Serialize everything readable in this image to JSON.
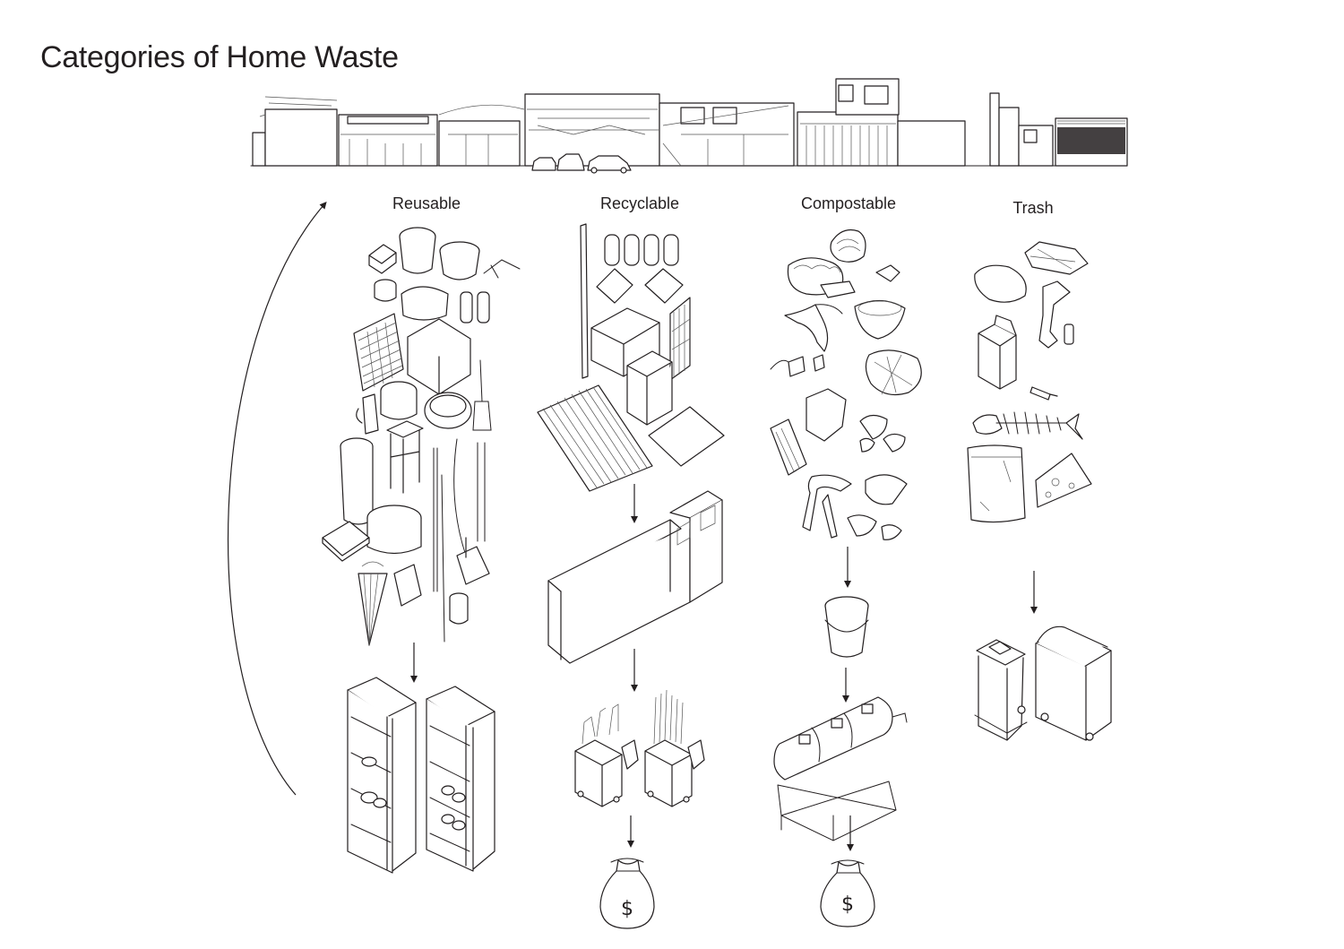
{
  "title": "Categories of Home Waste",
  "columns": [
    {
      "label": "Reusable"
    },
    {
      "label": "Recyclable"
    },
    {
      "label": "Compostable"
    },
    {
      "label": "Trash"
    }
  ],
  "money_symbol": "$"
}
